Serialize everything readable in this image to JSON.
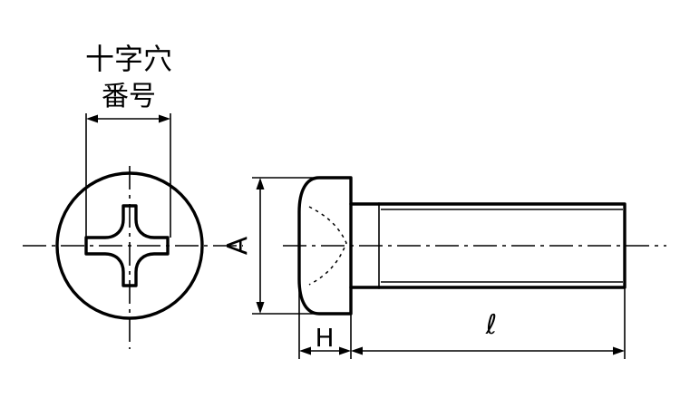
{
  "labels": {
    "cross_recess_line1": "十字穴",
    "cross_recess_line2": "番号",
    "dim_head_diameter": "A",
    "dim_head_height": "H",
    "dim_length": "ℓ"
  }
}
